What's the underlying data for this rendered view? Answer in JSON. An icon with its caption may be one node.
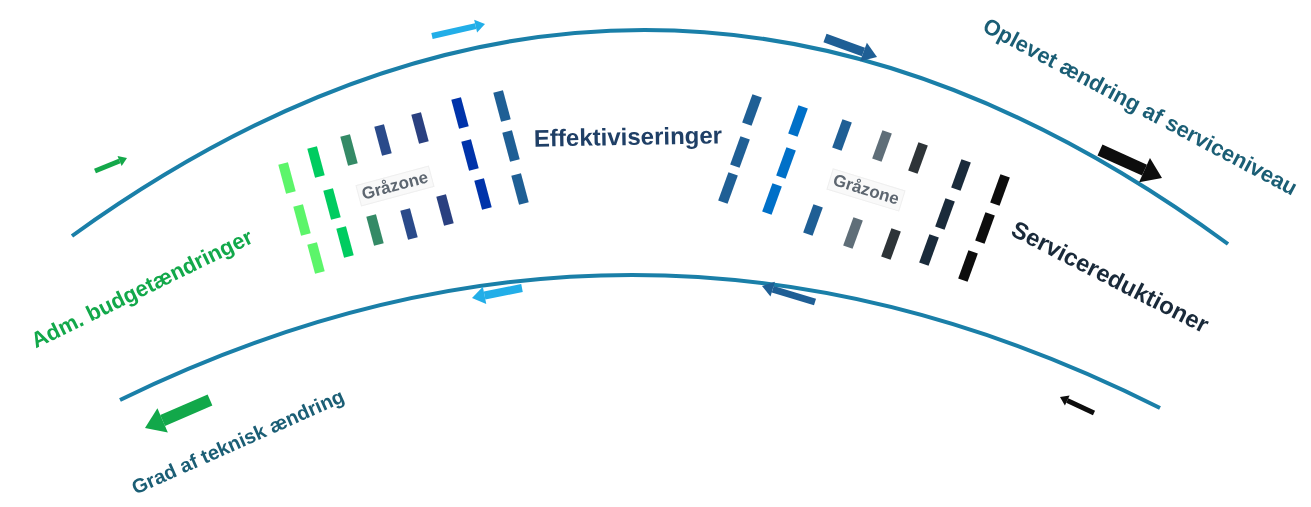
{
  "diagram": {
    "nodes": [
      {
        "text": [
          "Gråzone"
        ]
      },
      {
        "text": [
          "Gråzone"
        ]
      }
    ],
    "labels": [
      "Oplevet ændring af serviceniveau",
      "Effektiviseringer",
      "Adm. budgetændringer",
      "Servicereduktioner",
      "Grad af teknisk ændring"
    ]
  }
}
